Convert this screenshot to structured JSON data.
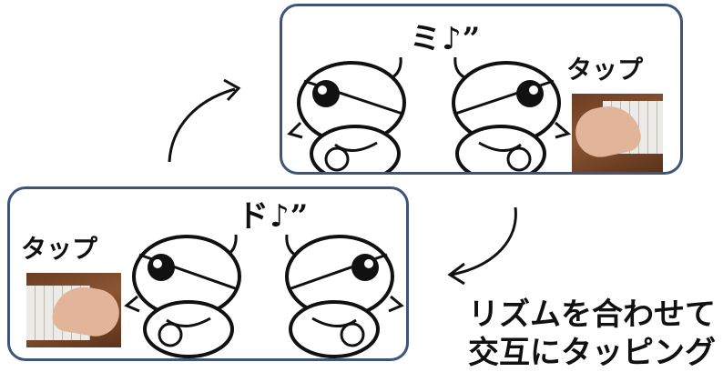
{
  "top_panel": {
    "sound": "ミ♪”",
    "tap": "タップ"
  },
  "bottom_panel": {
    "sound": "ド♪”",
    "tap": "タップ"
  },
  "caption": {
    "line1": "リズムを合わせて",
    "line2": "交互にタッピング"
  },
  "colors": {
    "panel_border": "#3e5578",
    "ink": "#111111",
    "skin": "#e2b59a",
    "keyboard": "#ecebe7"
  }
}
